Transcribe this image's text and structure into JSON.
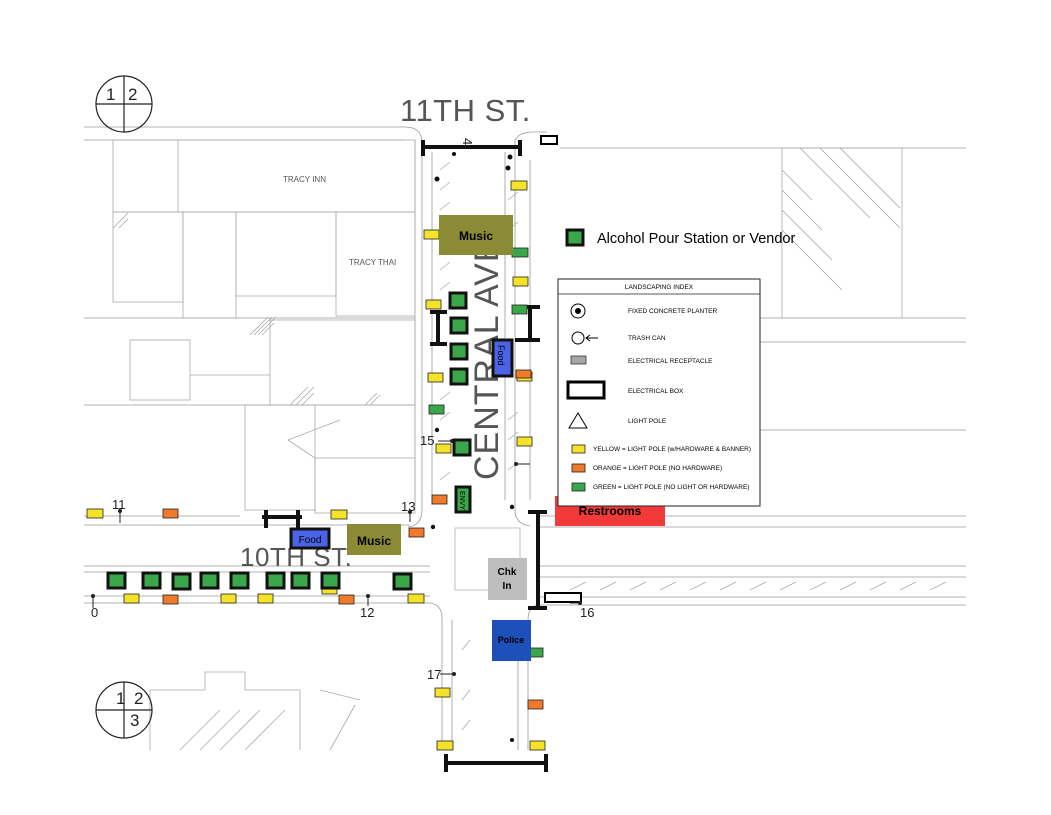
{
  "streets": {
    "north": "11TH ST.",
    "south": "10TH ST.",
    "avenue": "CENTRAL AVE."
  },
  "buildings": {
    "tracy_inn": "TRACY INN",
    "tracy_thai": "TRACY THAI"
  },
  "compass_top": {
    "q1": "1",
    "q2": "2"
  },
  "compass_bottom": {
    "q1": "1",
    "q2": "2",
    "q3": "3"
  },
  "zones": {
    "music_north": "Music",
    "music_south": "Music",
    "food_east": "Food",
    "food_west": "Food",
    "restrooms": "Restrooms",
    "checkin": "Chk In",
    "police": "Police",
    "vendor_booth_label": "ENVY"
  },
  "vendor_legend": {
    "label": "Alcohol Pour Station or Vendor",
    "color": "#3aa74a"
  },
  "landscaping_index": {
    "title": "LANDSCAPING INDEX",
    "items": [
      {
        "icon": "planter-icon",
        "label": "FIXED CONCRETE PLANTER"
      },
      {
        "icon": "trash-can-icon",
        "label": "TRASH CAN"
      },
      {
        "icon": "electrical-receptacle-icon",
        "label": "ELECTRICAL RECEPTACLE"
      },
      {
        "icon": "electrical-box-icon",
        "label": "ELECTRICAL BOX"
      },
      {
        "icon": "light-pole-icon",
        "label": "LIGHT POLE"
      },
      {
        "icon": "yellow-swatch",
        "label": "YELLOW = LIGHT POLE (w/HARDWARE & BANNER)",
        "color": "#f5e32a"
      },
      {
        "icon": "orange-swatch",
        "label": "ORANGE = LIGHT POLE (NO HARDWARE)",
        "color": "#f07a2b"
      },
      {
        "icon": "green-swatch",
        "label": "GREEN = LIGHT POLE (NO LIGHT OR HARDWARE)",
        "color": "#3aa74a"
      }
    ]
  },
  "pole_numbers": {
    "n0": "0",
    "n4": "4",
    "n11": "11",
    "n12": "12",
    "n13": "13",
    "n15": "15",
    "n16": "16",
    "n17": "17"
  },
  "colors": {
    "yellow": "#f5e32a",
    "orange": "#f07a2b",
    "green": "#3aa74a",
    "music": "#8b8a35",
    "food": "#4b63e6",
    "restrooms": "#f23a3a",
    "checkin": "#bdbdbd",
    "police": "#1d50b8",
    "barrier": "#111111"
  }
}
